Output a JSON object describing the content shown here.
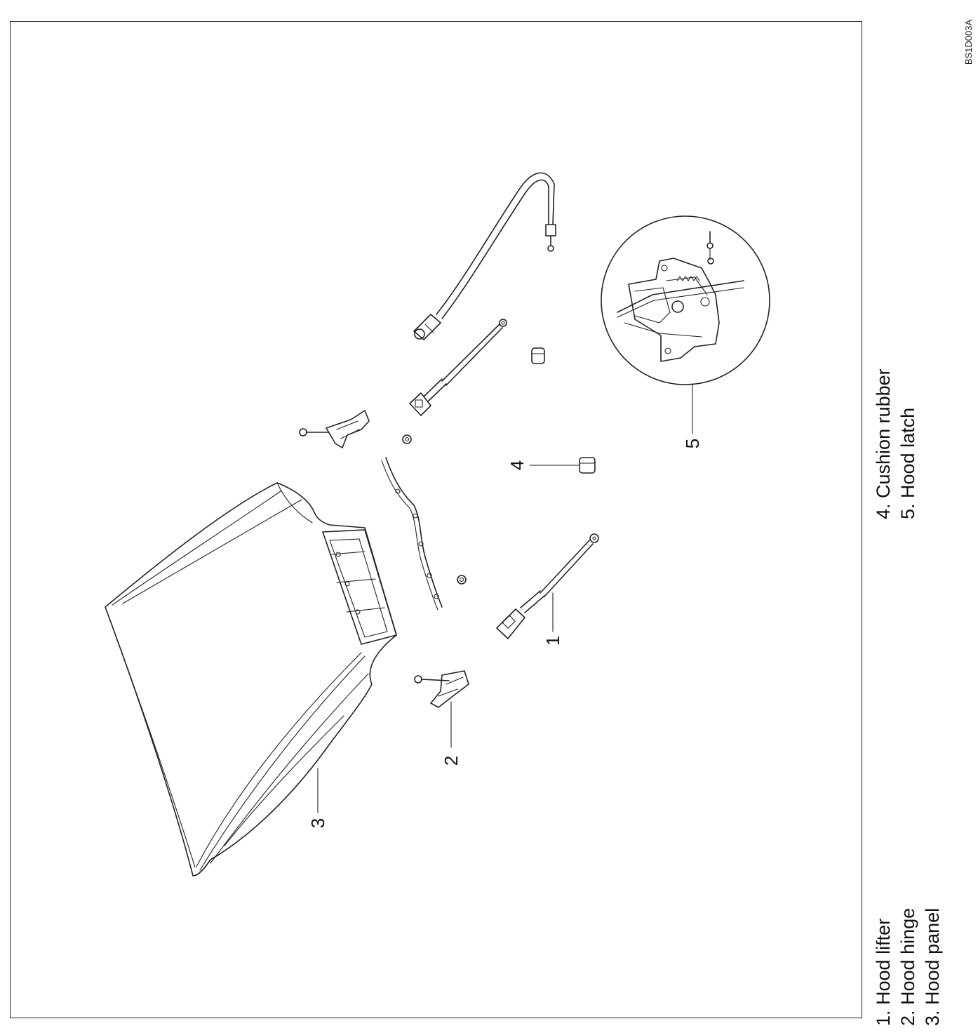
{
  "figure_code": "BS1D003A",
  "callouts": {
    "c1": "1",
    "c2": "2",
    "c3": "3",
    "c4": "4",
    "c5": "5"
  },
  "legend": {
    "left": [
      "1.  Hood lifter",
      "2.  Hood hinge",
      "3.  Hood panel"
    ],
    "right": [
      "4.  Cushion rubber",
      "5.  Hood latch"
    ]
  }
}
